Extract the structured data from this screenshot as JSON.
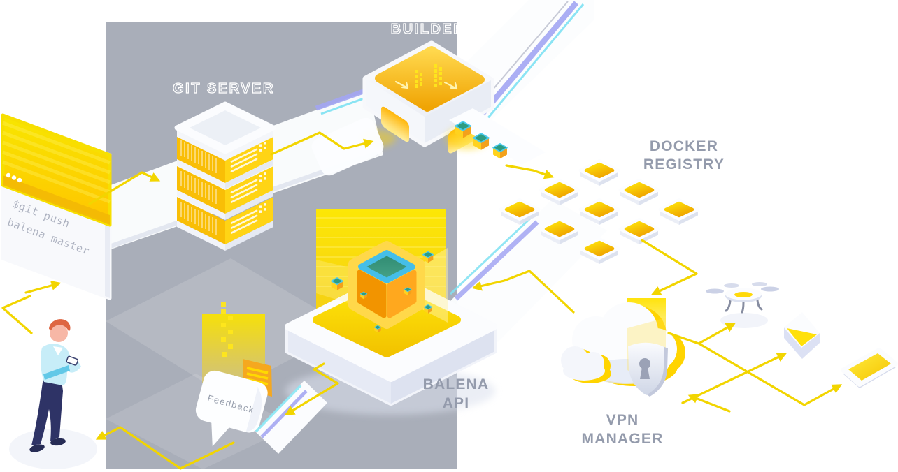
{
  "terminal": {
    "lines": [
      "$git push",
      "balena master"
    ],
    "window_dots": 3
  },
  "labels": {
    "git_server": "GIT SERVER",
    "builder": "BUILDER",
    "docker_registry_line1": "DOCKER",
    "docker_registry_line2": "REGISTRY",
    "balena_api_line1": "BALENA",
    "balena_api_line2": "API",
    "vpn_manager_line1": "VPN",
    "vpn_manager_line2": "MANAGER",
    "feedback": "Feedback"
  },
  "icons": {
    "terminal": "terminal-window-icon",
    "developer": "person-icon",
    "git_server": "server-stack-icon",
    "builder": "builder-hopper-icon",
    "container_cubes": "container-cube-icon",
    "docker_registry": "registry-tile-grid-icon",
    "balena_api": "platform-cube-icon",
    "vpn_manager": "cloud-shield-icon",
    "feedback": "speech-bubble-icon",
    "drone": "drone-icon",
    "envelope": "mail-envelope-icon",
    "smartphone": "smartphone-icon",
    "connectors": "flow-arrow-icon"
  },
  "colors": {
    "accent_yellow": "#FFD500",
    "arrow_yellow": "#F2D500",
    "panel_gray": "#A9AEB9",
    "label_gray": "#949BAC",
    "outline_label": "#FFFFFF",
    "cube_teal_top": "#3E9478",
    "cube_rim_cyan": "#45BEE8",
    "cube_orange": "#F5A01C",
    "surface_white": "#FBFCFE",
    "shadow_lavender": "#DEE3F3",
    "ribbon_edge_purple": "#A3A6F3",
    "ribbon_edge_cyan": "#7FE2F3",
    "sweater_blue": "#C7EDF8",
    "pants_navy": "#2E3366",
    "hair_orange": "#DE6642"
  },
  "flow": [
    {
      "from": "developer",
      "to": "terminal"
    },
    {
      "from": "terminal",
      "to": "git-server"
    },
    {
      "from": "git-server",
      "to": "builder"
    },
    {
      "from": "builder",
      "to": "docker-registry"
    },
    {
      "from": "docker-registry",
      "to": "vpn-manager"
    },
    {
      "from": "vpn-manager",
      "to": "balena-api"
    },
    {
      "from": "balena-api",
      "to": "feedback"
    },
    {
      "from": "feedback",
      "to": "developer"
    },
    {
      "from": "vpn-manager",
      "to": "drone"
    },
    {
      "from": "vpn-manager",
      "to": "envelope"
    },
    {
      "from": "vpn-manager",
      "to": "smartphone"
    }
  ]
}
